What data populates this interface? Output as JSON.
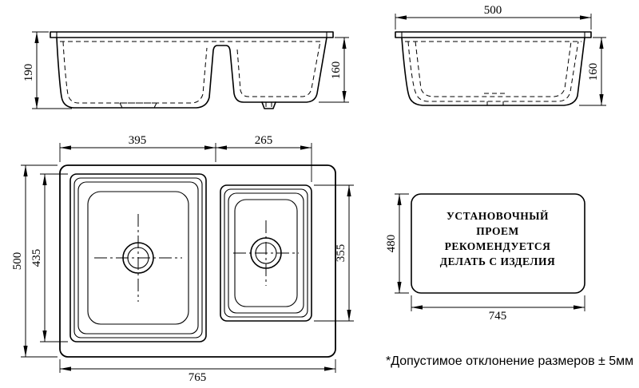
{
  "drawing": {
    "front_view": {
      "dim_depth_left": "190",
      "dim_depth_right": "160"
    },
    "side_view": {
      "dim_width": "500",
      "dim_depth": "160"
    },
    "plan_view": {
      "dim_bowl_main_width": "395",
      "dim_bowl_small_width": "265",
      "dim_overall_depth": "500",
      "dim_bowl_main_depth": "435",
      "dim_bowl_small_depth": "355",
      "dim_overall_width": "765"
    },
    "cutout_view": {
      "line1": "УСТАНОВОЧНЫЙ",
      "line2": "ПРОЕМ",
      "line3": "РЕКОМЕНДУЕТСЯ",
      "line4": "ДЕЛАТЬ С ИЗДЕЛИЯ",
      "dim_depth": "480",
      "dim_width": "745"
    },
    "footnote": "*Допустимое отклонение размеров ± 5мм",
    "colors": {
      "line": "#000000",
      "background": "#ffffff"
    }
  }
}
